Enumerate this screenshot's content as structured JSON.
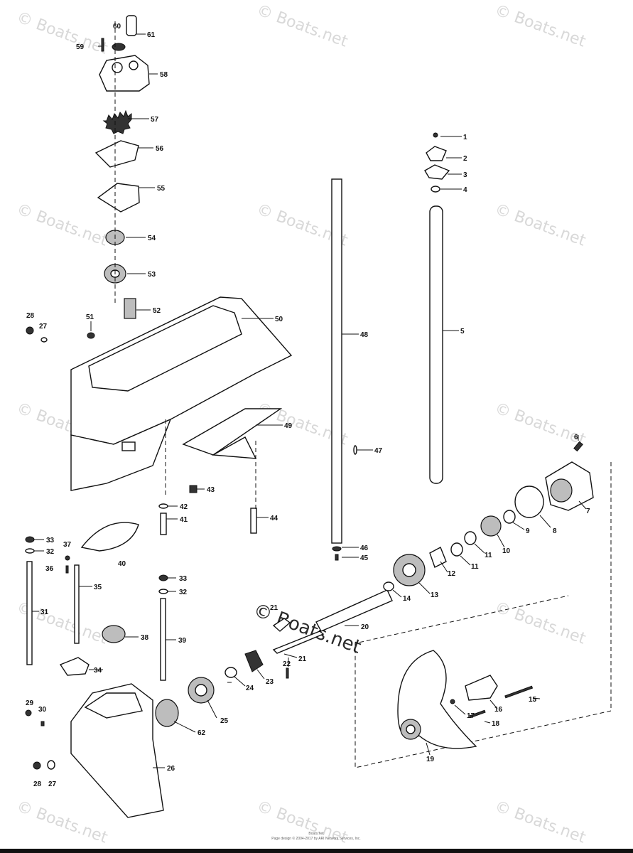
{
  "watermark_text": "© Boats.net",
  "center_watermark_text": "© Boats.net",
  "footer": {
    "line1": "Boats.net",
    "line2": "Page design © 2004-2017 by ARI Network Services, Inc."
  },
  "callouts": [
    "1",
    "2",
    "3",
    "4",
    "5",
    "6",
    "7",
    "8",
    "9",
    "10",
    "11",
    "11",
    "12",
    "13",
    "14",
    "15",
    "16",
    "17",
    "18",
    "19",
    "20",
    "21",
    "21",
    "22",
    "23",
    "24",
    "25",
    "26",
    "27",
    "27",
    "28",
    "28",
    "29",
    "30",
    "31",
    "32",
    "32",
    "33",
    "33",
    "34",
    "35",
    "36",
    "37",
    "38",
    "39",
    "40",
    "41",
    "42",
    "43",
    "44",
    "45",
    "46",
    "47",
    "48",
    "49",
    "50",
    "51",
    "52",
    "53",
    "54",
    "55",
    "56",
    "57",
    "58",
    "59",
    "60",
    "61",
    "62"
  ]
}
